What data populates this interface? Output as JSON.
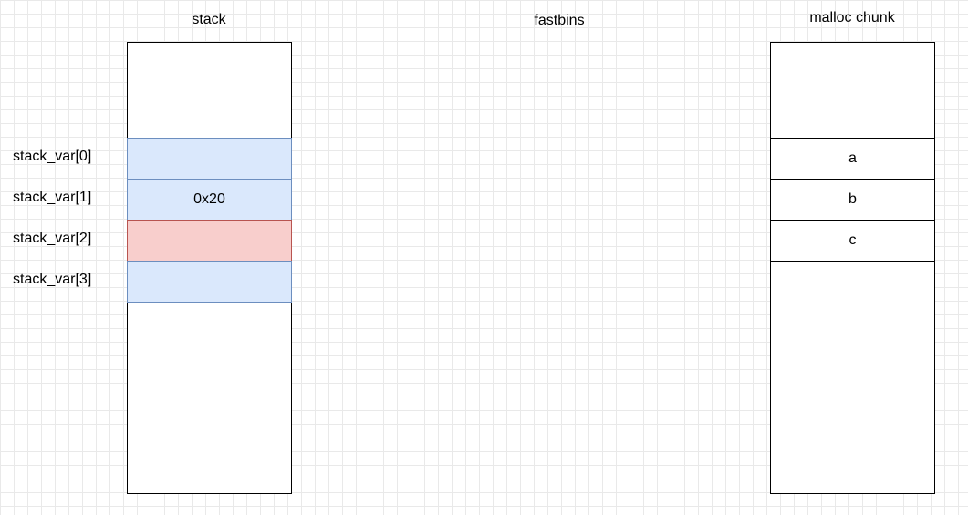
{
  "titles": {
    "stack": "stack",
    "fastbins": "fastbins",
    "malloc_chunk": "malloc chunk"
  },
  "stack": {
    "labels": [
      "stack_var[0]",
      "stack_var[1]",
      "stack_var[2]",
      "stack_var[3]"
    ],
    "cells": [
      "",
      "0x20",
      "",
      ""
    ]
  },
  "malloc_chunk": {
    "cells": [
      "a",
      "b",
      "c"
    ]
  },
  "colors": {
    "blue_fill": "#dae8fc",
    "blue_stroke": "#6c8ebf",
    "red_fill": "#f8cecc",
    "red_stroke": "#b85450",
    "grid": "#e9e9e9"
  }
}
